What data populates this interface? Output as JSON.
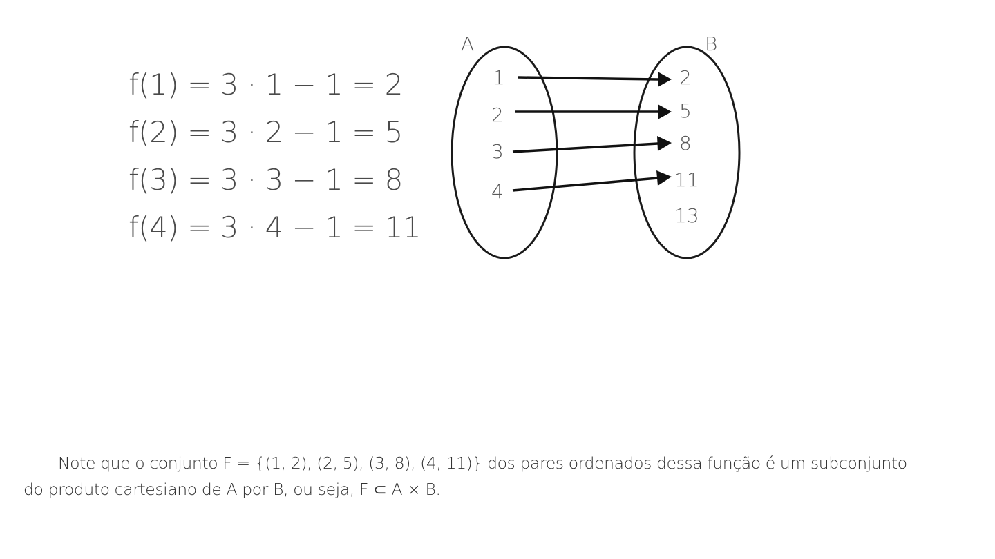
{
  "equations": [
    "f(1) = 3 · 1 − 1 = 2",
    "f(2) = 3 · 2 − 1 = 5",
    "f(3) = 3 · 3 − 1 = 8",
    "f(4) = 3 · 4 − 1 = 11"
  ],
  "diagram": {
    "set_a": {
      "label": "A",
      "elements": [
        "1",
        "2",
        "3",
        "4"
      ]
    },
    "set_b": {
      "label": "B",
      "elements": [
        "2",
        "5",
        "8",
        "11",
        "13"
      ]
    },
    "mappings": [
      [
        "1",
        "2"
      ],
      [
        "2",
        "5"
      ],
      [
        "3",
        "8"
      ],
      [
        "4",
        "11"
      ]
    ]
  },
  "note": {
    "line1": "Note que o conjunto F = {(1, 2), (2, 5), (3, 8), (4, 11)} dos pares ordenados dessa função é um subconjunto",
    "line2": "do produto cartesiano de A por B, ou seja, F ⊂ A × B."
  }
}
